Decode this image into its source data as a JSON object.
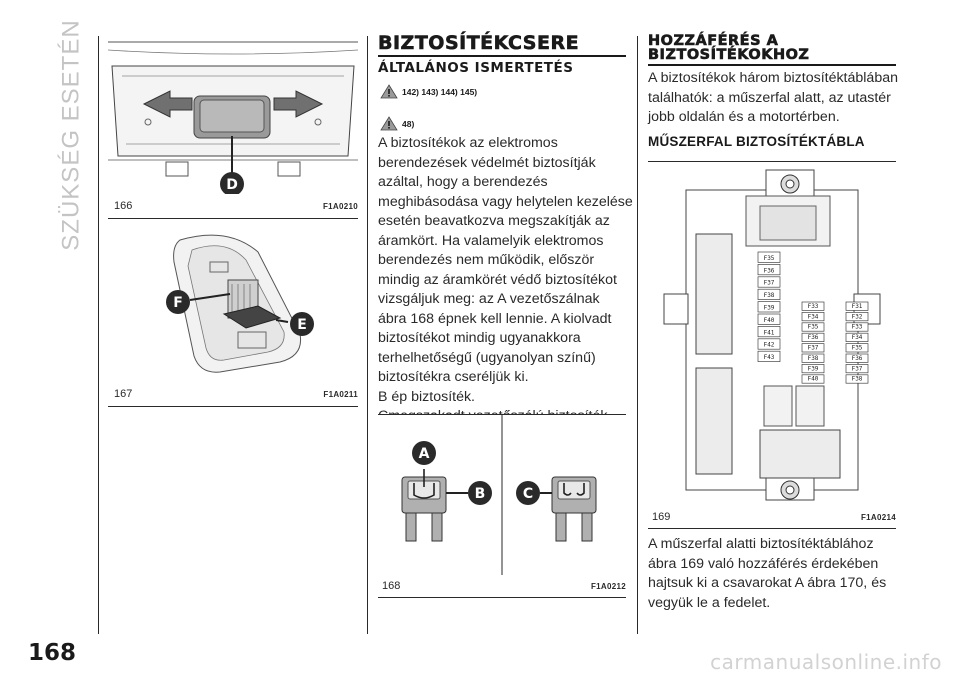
{
  "page": {
    "section_label": "SZÜKSÉG ESETÉN",
    "page_number": "168",
    "watermark": "carmanualsonline.info"
  },
  "figures": {
    "fig166": {
      "number": "166",
      "code": "F1A0210",
      "callout": "D"
    },
    "fig167": {
      "number": "167",
      "code": "F1A0211",
      "callouts": [
        "F",
        "E"
      ]
    },
    "fig168": {
      "number": "168",
      "code": "F1A0212",
      "callouts": [
        "A",
        "B",
        "C"
      ]
    },
    "fig169": {
      "number": "169",
      "code": "F1A0214",
      "fuse_col1": [
        "F35",
        "F36",
        "F37",
        "F38",
        "F39",
        "F40",
        "F41",
        "F42",
        "F43"
      ],
      "fuse_col2": [
        "F33",
        "F34",
        "F35",
        "F36",
        "F37",
        "F38",
        "F39",
        "F40"
      ],
      "fuse_col3": [
        "F31",
        "F32",
        "F33",
        "F34",
        "F35",
        "F36",
        "F37",
        "F38"
      ]
    }
  },
  "middle_column": {
    "title": "BIZTOSÍTÉKCSERE",
    "subtitle": "ÁLTALÁNOS ISMERTETÉS",
    "warning_refs_1": "142) 143) 144) 145)",
    "warning_refs_2": "48)",
    "body_lines": [
      "A biztosítékok az elektromos",
      "berendezések védelmét biztosítják",
      "azáltal, hogy a berendezés",
      "meghibásodása vagy helytelen kezelése",
      "esetén beavatkozva megszakítják az",
      "áramkört. Ha valamelyik elektromos",
      "berendezés nem működik, először",
      "mindig az áramkörét védő biztosítékot",
      "vizsgáljuk meg: az A vezetőszálnak",
      "ábra 168 épnek kell lennie. A kiolvadt",
      "biztosítékot mindig ugyanakkora",
      "terhelhetőségű (ugyanolyan színű)",
      "biztosítékra cseréljük ki.",
      "B ép biztosíték.",
      "Cmegszakadt vezetőszálú biztosíték."
    ]
  },
  "right_column": {
    "title_line1": "HOZZÁFÉRÉS A",
    "title_line2": "BIZTOSÍTÉKOKHOZ",
    "intro_lines": [
      "A biztosítékok három biztosítéktáblában",
      "találhatók: a műszerfal alatt, az utastér",
      "jobb oldalán és a motortérben."
    ],
    "sub_heading": "MŰSZERFAL BIZTOSÍTÉKTÁBLA",
    "outro_lines": [
      "A műszerfal alatti biztosítéktáblához",
      "ábra 169 való hozzáférés érdekében",
      "hajtsuk ki a csavarokat A ábra 170, és",
      "vegyük le a fedelet."
    ]
  }
}
